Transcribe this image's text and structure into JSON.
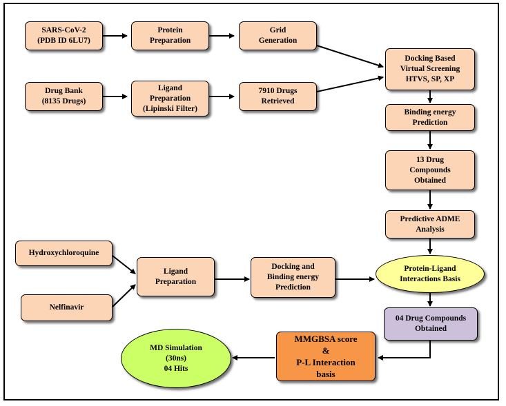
{
  "nodes": {
    "sars": "SARS-CoV-2\n(PDB ID 6LU7)",
    "protein_prep": "Protein\nPreparation",
    "grid": "Grid\nGeneration",
    "drug_bank": "Drug Bank\n(8135 Drugs)",
    "ligand_prep_top": "Ligand\nPreparation\n(Lipinski Filter)",
    "retrieved": "7910 Drugs\nRetrieved",
    "docking_vs": "Docking Based\nVirtual Screening\nHTVS, SP, XP",
    "binding_pred": "Binding energy\nPrediction",
    "drug13": "13 Drug\nCompounds\nObtained",
    "adme": "Predictive ADME\nAnalysis",
    "hcq": "Hydroxychloroquine",
    "nelfinavir": "Nelfinavir",
    "ligand_prep_bottom": "Ligand\nPreparation",
    "docking_binding": "Docking and\nBinding energy\nPrediction",
    "pl_interactions": "Protein-Ligand\nInteractions Basis",
    "drug04": "04 Drug Compounds\nObtained",
    "mmgbsa": "MMGBSA score\n&\nP-L Interaction\nbasis",
    "md_sim": "MD Simulation\n(30ns)\n04 Hits"
  },
  "colors": {
    "box_fill": "#fbd5b5",
    "lavender": "#ccc0da",
    "orange": "#f79646",
    "yellow": "#ffff99",
    "green": "#ccff66"
  }
}
